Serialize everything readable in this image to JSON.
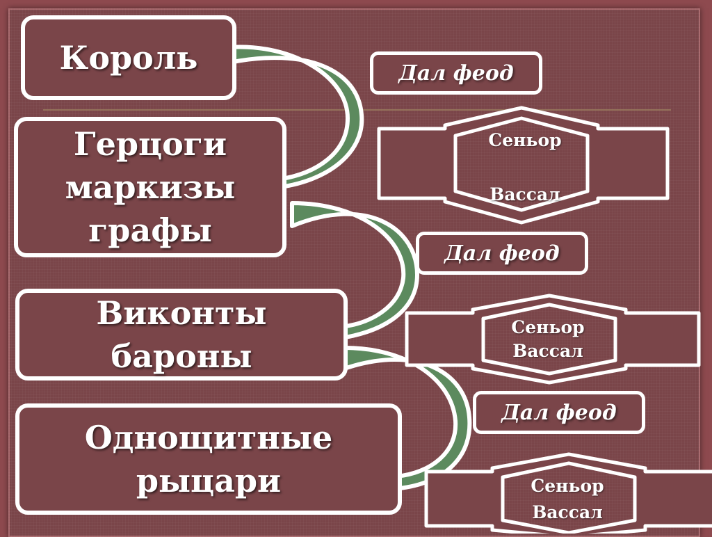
{
  "levels": [
    {
      "text": "Король"
    },
    {
      "text": "Герцоги\nмаркизы\nграфы"
    },
    {
      "text": "Виконты\nбароны"
    },
    {
      "text": "Однощитные\nрыцари"
    }
  ],
  "feod_labels": [
    "Дал феод",
    "Дал феод",
    "Дал феод"
  ],
  "relations": [
    {
      "senior": "Сеньор",
      "vassal": "Вассал"
    },
    {
      "senior": "Сеньор",
      "vassal": "Вассал"
    },
    {
      "senior": "Сеньор",
      "vassal": "Вассал"
    }
  ],
  "colors": {
    "background": "#7a4549",
    "box_border": "#ffffff",
    "arrow_fill": "#5c8a5e",
    "arrow_outline": "#ffffff"
  }
}
